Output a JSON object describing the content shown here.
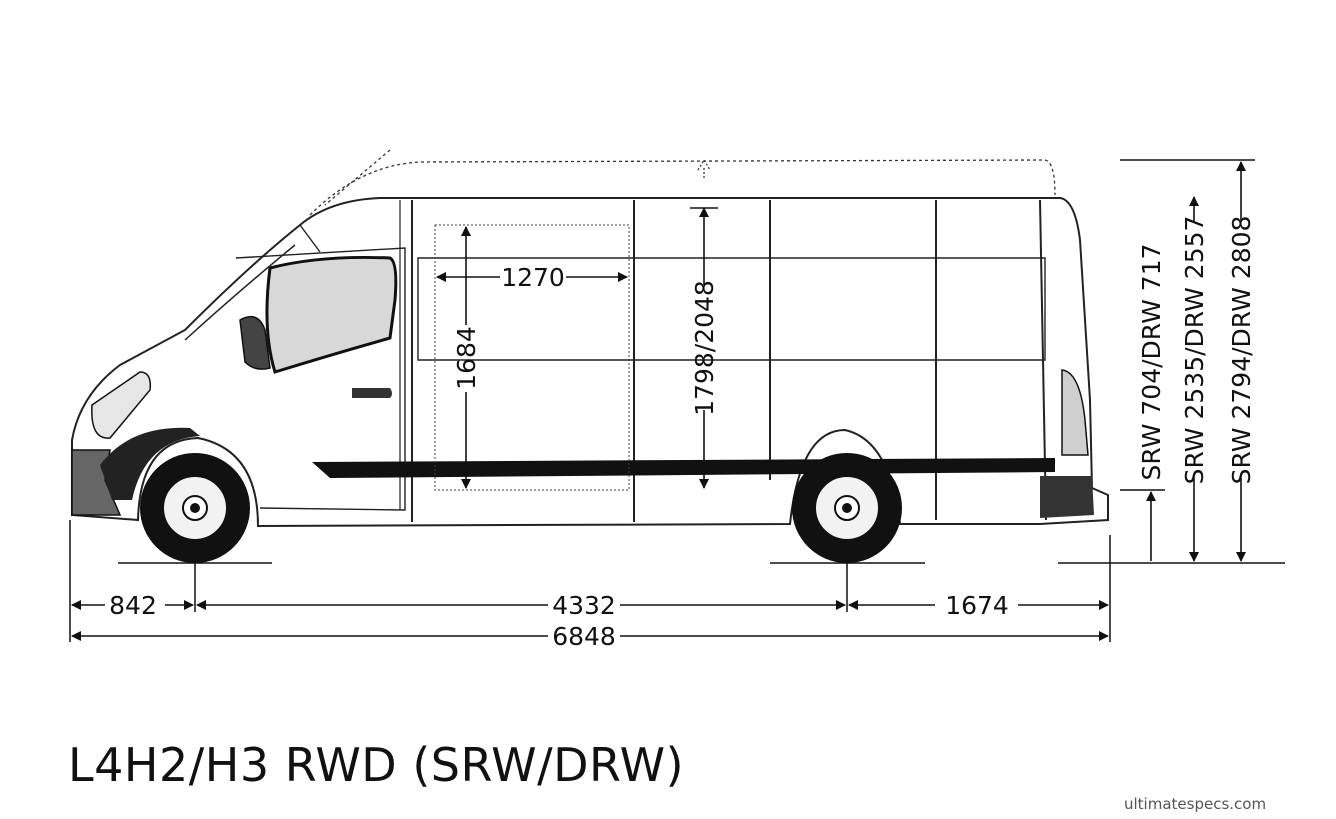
{
  "diagram": {
    "title": "L4H2/H3 RWD (SRW/DRW)",
    "watermark": "ultimatespecs.com",
    "dimensions": {
      "front_overhang": "842",
      "wheelbase": "4332",
      "rear_overhang": "1674",
      "overall_length": "6848",
      "side_door_width": "1270",
      "side_door_height": "1684",
      "interior_height": "1798/2048",
      "floor_height": "SRW 704/DRW 717",
      "height_h2": "SRW 2535/DRW 2557",
      "height_h3": "SRW 2794/DRW 2808"
    }
  }
}
